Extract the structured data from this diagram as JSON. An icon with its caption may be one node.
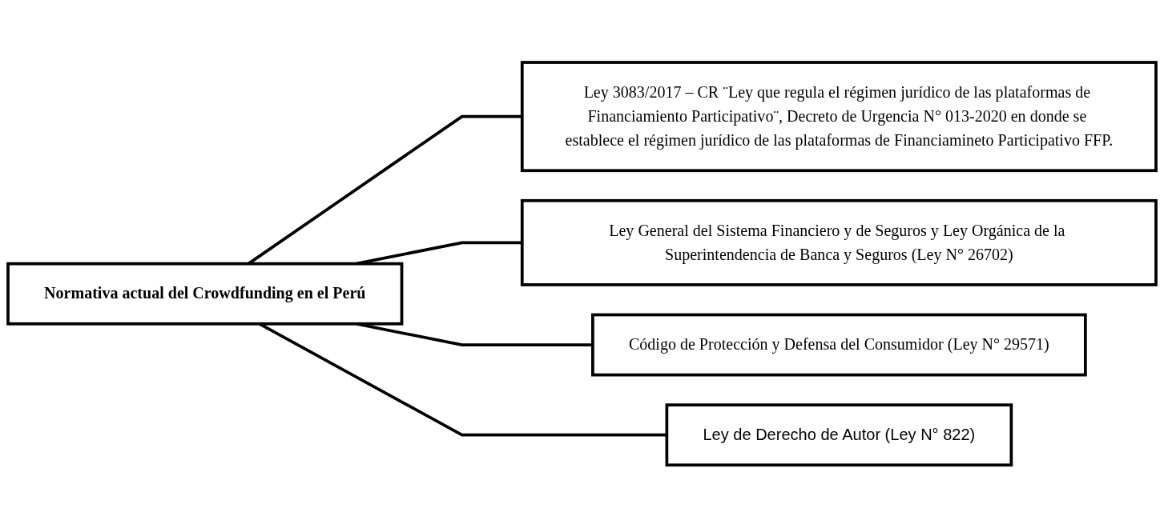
{
  "diagram": {
    "nodes": [
      {
        "text": [
          "Normativa actual del Crowdfunding en el Perú"
        ]
      },
      {
        "text": [
          "Ley 3083/2017 – CR ¨Ley que regula el régimen jurídico de las plataformas de Financiamiento Participativo¨, Decreto de Urgencia N° 013-2020 en donde se establece el régimen jurídico de las plataformas de Financiamineto Participativo FFP."
        ]
      },
      {
        "text": [
          "Ley General del Sistema Financiero y de Seguros y Ley Orgánica de la Superintendencia de Banca y Seguros (Ley N° 26702)"
        ]
      },
      {
        "text": [
          "Código de Protección y Defensa del Consumidor (Ley N° 29571)"
        ]
      },
      {
        "text": [
          "Ley de Derecho de Autor (Ley N° 822)"
        ]
      }
    ],
    "edges": [
      {
        "from": 0,
        "to": 1,
        "arrow": "none"
      },
      {
        "from": 0,
        "to": 2,
        "arrow": "none"
      },
      {
        "from": 0,
        "to": 3,
        "arrow": "none"
      },
      {
        "from": 0,
        "to": 4,
        "arrow": "none"
      }
    ]
  }
}
